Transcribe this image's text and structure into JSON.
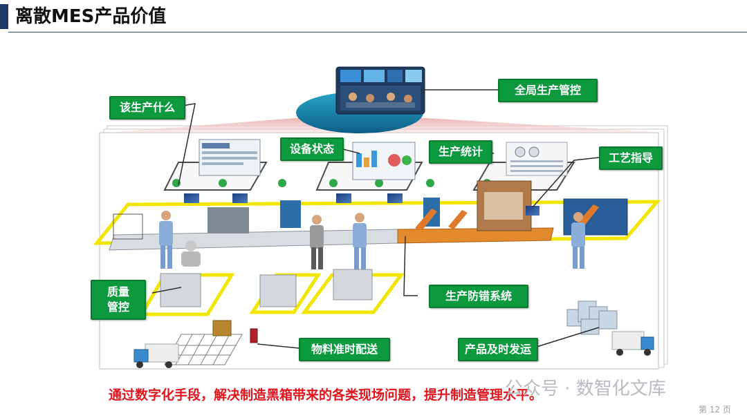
{
  "slide": {
    "title": "离散MES产品价值",
    "tagline": "通过数字化手段，解决制造黑箱带来的各类现场问题，提升制造管理水平。",
    "watermark": "公众号 · 数智化文库",
    "page_number": "第 12 页"
  },
  "diagram": {
    "labels": {
      "global_control": "全局生产管控",
      "what_to_produce": "该生产什么",
      "equipment_status": "设备状态",
      "production_stats": "生产统计",
      "process_guidance": "工艺指导",
      "quality_control": "质量\n管控",
      "error_proofing": "生产防错系统",
      "material_delivery": "物料准时配送",
      "product_shipping": "产品及时发运"
    },
    "colors": {
      "label_green": "#0d9a3e",
      "tagline_red": "#e0141c",
      "title_accent": "#1f3a68",
      "lane_yellow": "#f2e600",
      "conveyor_orange": "#e38b2c"
    }
  }
}
